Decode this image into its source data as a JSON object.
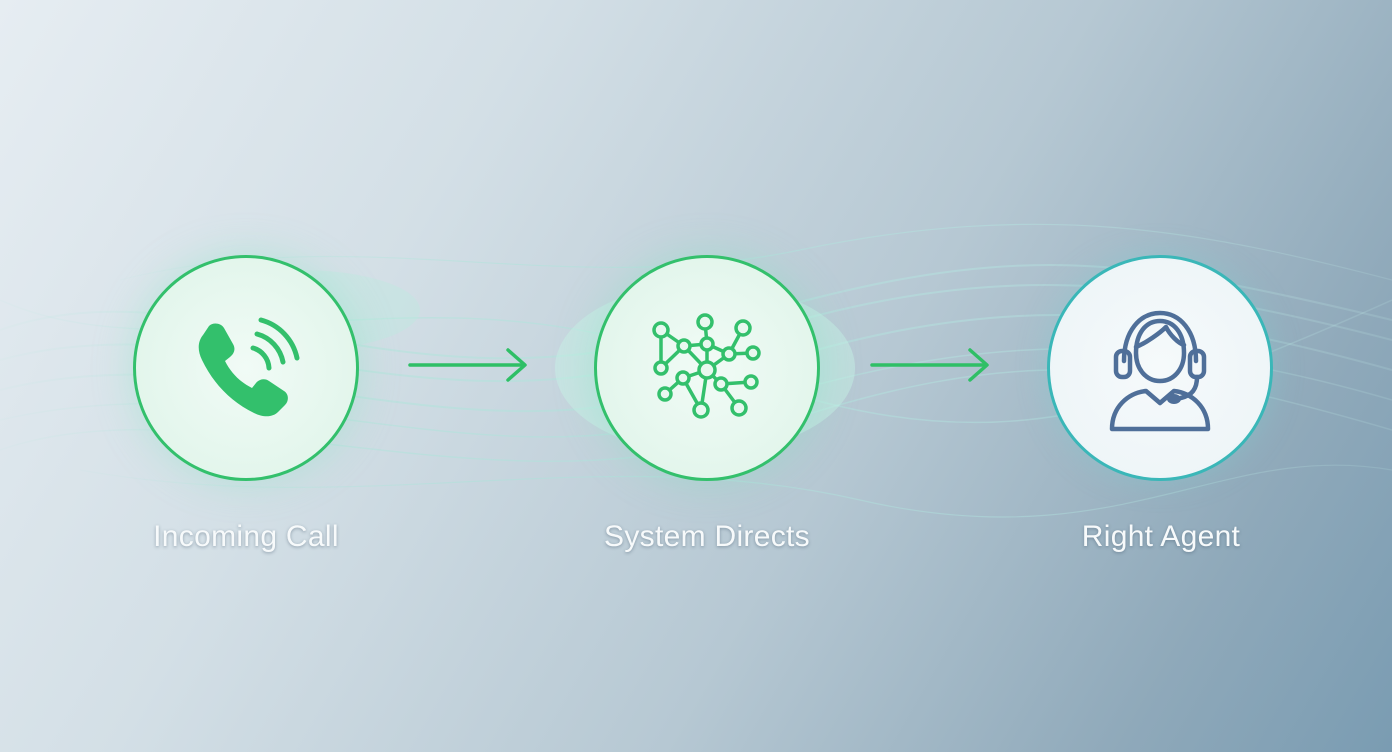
{
  "steps": [
    {
      "label": "Incoming Call",
      "icon": "phone-icon"
    },
    {
      "label": "System Directs",
      "icon": "network-icon"
    },
    {
      "label": "Right Agent",
      "icon": "agent-headset-icon"
    }
  ],
  "colors": {
    "accent_green": "#33c06c",
    "accent_teal": "#3ab7b8",
    "agent_icon": "#4f6f99",
    "label_text": "#f7fafb"
  }
}
